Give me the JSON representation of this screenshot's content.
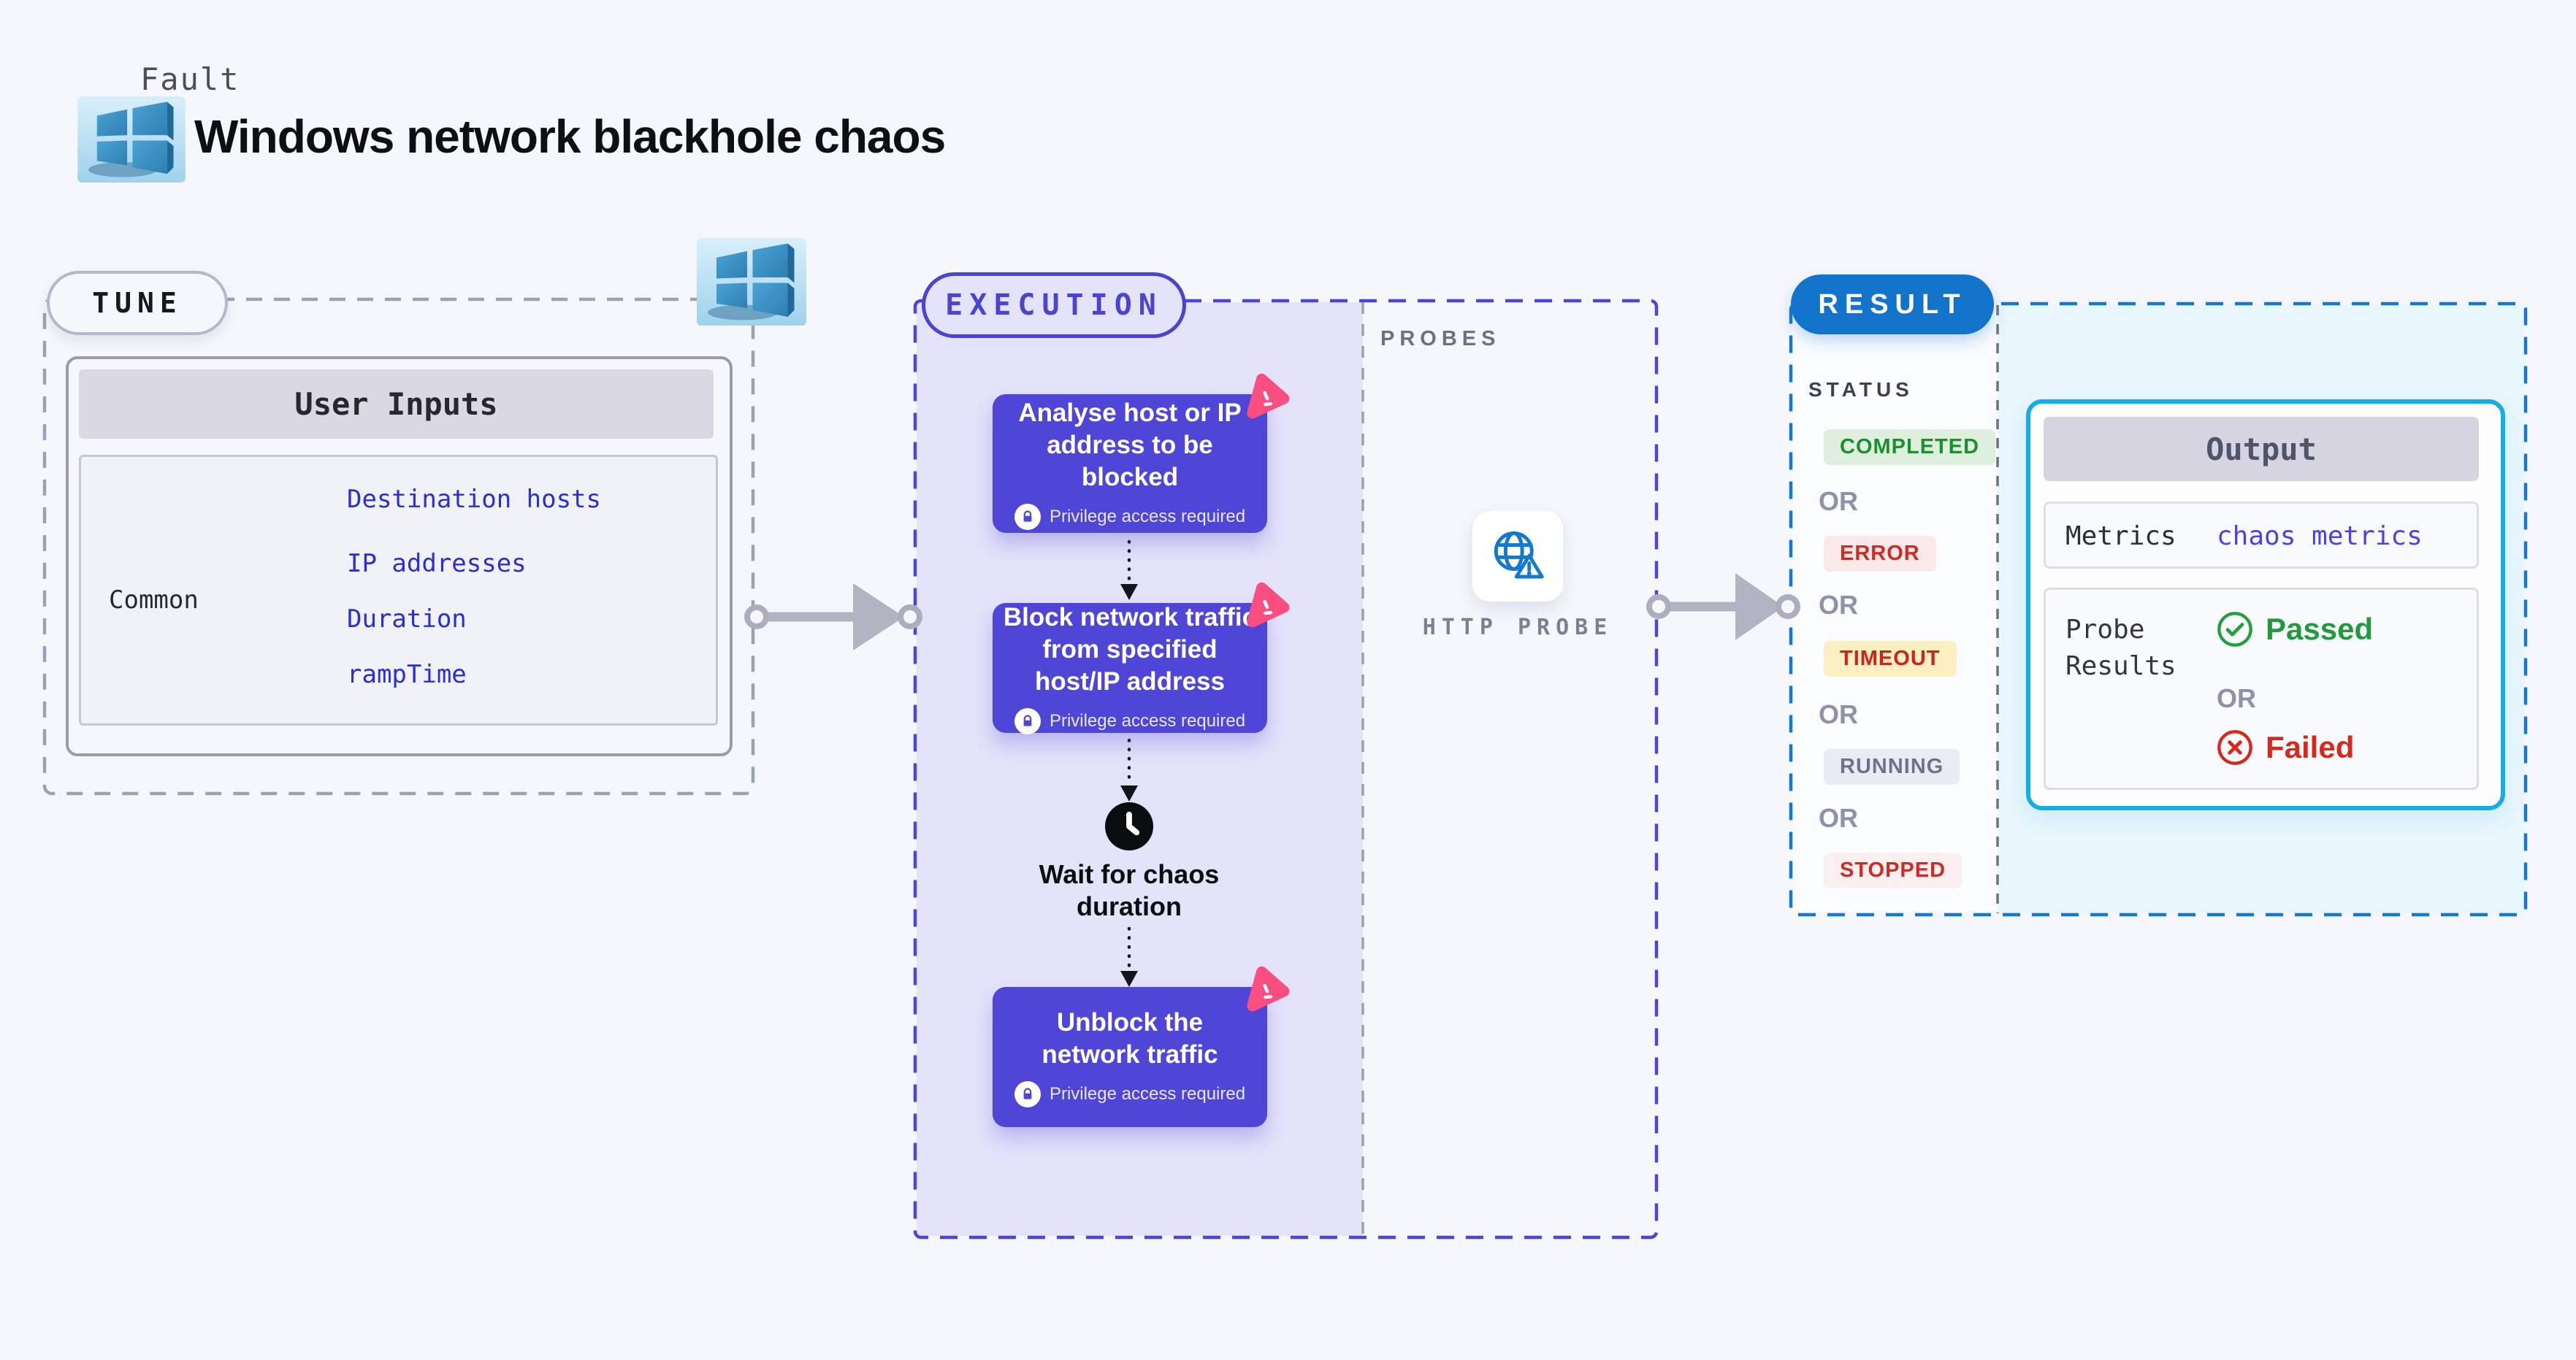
{
  "header": {
    "kicker": "Fault",
    "title": "Windows network blackhole chaos"
  },
  "tune": {
    "label": "TUNE",
    "table": {
      "header": "User Inputs",
      "row_label": "Common",
      "links": [
        "Destination hosts",
        "IP addresses",
        "Duration",
        "rampTime"
      ]
    }
  },
  "execution": {
    "label": "EXECUTION",
    "steps": [
      {
        "title": "Analyse host or IP address to be blocked",
        "badge": "Privilege access required"
      },
      {
        "title": "Block network traffic from specified host/IP address",
        "badge": "Privilege access required"
      },
      {
        "title": "Unblock the network traffic",
        "badge": "Privilege access required"
      }
    ],
    "wait_label": "Wait for chaos duration"
  },
  "probes": {
    "label": "PROBES",
    "probe_label": "HTTP PROBE"
  },
  "result": {
    "label": "RESULT",
    "status_heading": "STATUS",
    "or_label": "OR",
    "statuses": [
      "COMPLETED",
      "ERROR",
      "TIMEOUT",
      "RUNNING",
      "STOPPED"
    ],
    "output": {
      "header": "Output",
      "metrics_label": "Metrics",
      "metrics_value": "chaos metrics",
      "probe_results_label": "Probe Results",
      "passed_label": "Passed",
      "or_label": "OR",
      "failed_label": "Failed"
    }
  },
  "icons": {
    "windows_icon": "blue 3D Windows logo",
    "litmus_chaos_icon": "pink rounded triangle chaos logo",
    "lock_icon": "white circle with purple padlock",
    "clock_icon": "black clock face",
    "http_probe_icon": "blue globe with warning triangle",
    "check_circle_icon": "green circled check",
    "x_circle_icon": "red circled x",
    "connector_arrow": "gray arrow with node circles"
  },
  "colors": {
    "page_bg": "#f6f7fc",
    "tune_dash": "#9ca3af",
    "execution_accent": "#4b44d0",
    "execution_fill": "#e4e3fa",
    "step_fill": "#4f46d7",
    "chaos_pink": "#fb4e80",
    "link_blue": "#2a2ed6",
    "probe_blue": "#1478cf",
    "result_accent": "#1173ca",
    "output_border": "#17ace5",
    "completed": "#1d8f2f",
    "error": "#d02a22",
    "timeout_bg": "#fcefc1",
    "running": "#6f7389",
    "passed_green": "#1f9a3d",
    "failed_red": "#d8271c",
    "metrics_link": "#4a42e4"
  }
}
